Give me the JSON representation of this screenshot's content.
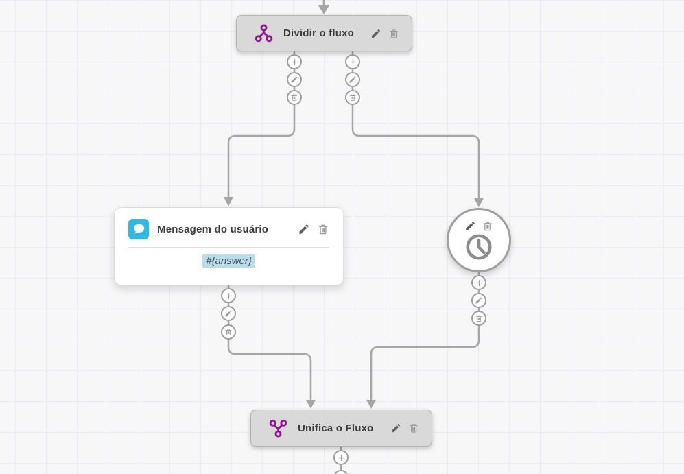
{
  "canvas": {
    "background_color": "#f7f7f8",
    "grid_line_color": "#e9ecf2",
    "connector_color": "#a6a6a6"
  },
  "colors": {
    "node_accent_purple": "#8e1b8e",
    "message_icon_cyan": "#35b8e0",
    "variable_highlight": "#b9dce9",
    "gray_node_bg": "#d9d9d9"
  },
  "flow": {
    "split_node": {
      "title": "Dividir o fluxo",
      "icon": "split-branch-icon"
    },
    "message_node": {
      "title": "Mensagem do usuário",
      "content": "#{answer}",
      "icon": "chat-bubble-icon"
    },
    "timer_node": {
      "icon": "clock-icon"
    },
    "merge_node": {
      "title": "Unifica o Fluxo",
      "icon": "merge-branch-icon"
    }
  },
  "port_actions": {
    "add": "+",
    "edit": "✎",
    "delete": "🗑"
  },
  "node_actions": {
    "edit": "✎",
    "delete": "🗑"
  }
}
